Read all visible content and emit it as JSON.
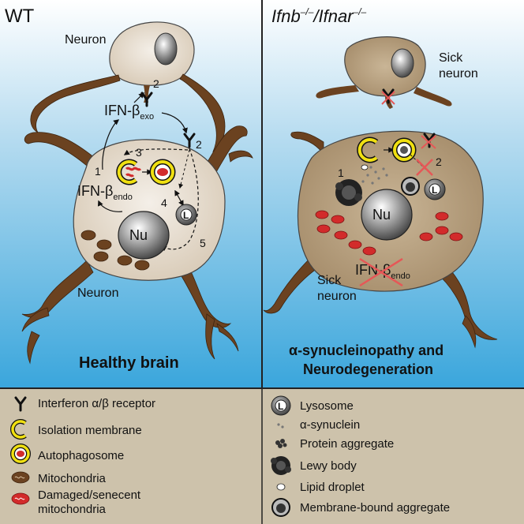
{
  "left_panel": {
    "title": "WT",
    "neuron_top_label": "Neuron",
    "neuron_bottom_label": "Neuron",
    "ifn_exo": "IFN-β",
    "ifn_exo_sub": "exo",
    "ifn_endo": "IFN-β",
    "ifn_endo_sub": "endo",
    "nucleus": "Nu",
    "lysosome": "L",
    "steps": [
      "1",
      "2",
      "2",
      "3",
      "4",
      "5"
    ],
    "caption": "Healthy brain"
  },
  "right_panel": {
    "title_a": "Ifnb",
    "title_a_sup": "–/–",
    "title_b": "/Ifnar",
    "title_b_sup": "–/–",
    "sick_top_1": "Sick",
    "sick_top_2": "neuron",
    "sick_bottom_1": "Sick",
    "sick_bottom_2": "neuron",
    "ifn_endo": "IFN-β",
    "ifn_endo_sub": "endo",
    "nucleus": "Nu",
    "lysosome": "L",
    "steps": [
      "1",
      "2"
    ],
    "caption_1": "α-synucleinopathy and",
    "caption_2": "Neurodegeneration"
  },
  "legend": {
    "left": [
      {
        "icon": "receptor-icon",
        "label": "Interferon α/β receptor"
      },
      {
        "icon": "isolation-membrane-icon",
        "label": "Isolation membrane"
      },
      {
        "icon": "autophagosome-icon",
        "label": "Autophagosome"
      },
      {
        "icon": "mitochondria-icon",
        "label": "Mitochondria"
      },
      {
        "icon": "damaged-mitochondria-icon",
        "label": "Damaged/senecent",
        "label2": "mitochondria"
      }
    ],
    "right": [
      {
        "icon": "lysosome-icon",
        "label": "Lysosome",
        "glyph": "L"
      },
      {
        "icon": "alpha-synuclein-icon",
        "label": "α-synuclein"
      },
      {
        "icon": "protein-aggregate-icon",
        "label": "Protein aggregate"
      },
      {
        "icon": "lewy-body-icon",
        "label": "Lewy body"
      },
      {
        "icon": "lipid-droplet-icon",
        "label": "Lipid droplet"
      },
      {
        "icon": "membrane-aggregate-icon",
        "label": "Membrane-bound aggregate"
      }
    ]
  },
  "colors": {
    "sky_top": "#ffffff",
    "sky_bottom": "#3aa6dc",
    "cell_body": "#e6ddd0",
    "dendrite": "#6b4220",
    "legend_bg": "#cdc2ab",
    "mito": "#6b4220",
    "damaged_mito": "#d22b2b",
    "yellow": "#f0e011"
  }
}
